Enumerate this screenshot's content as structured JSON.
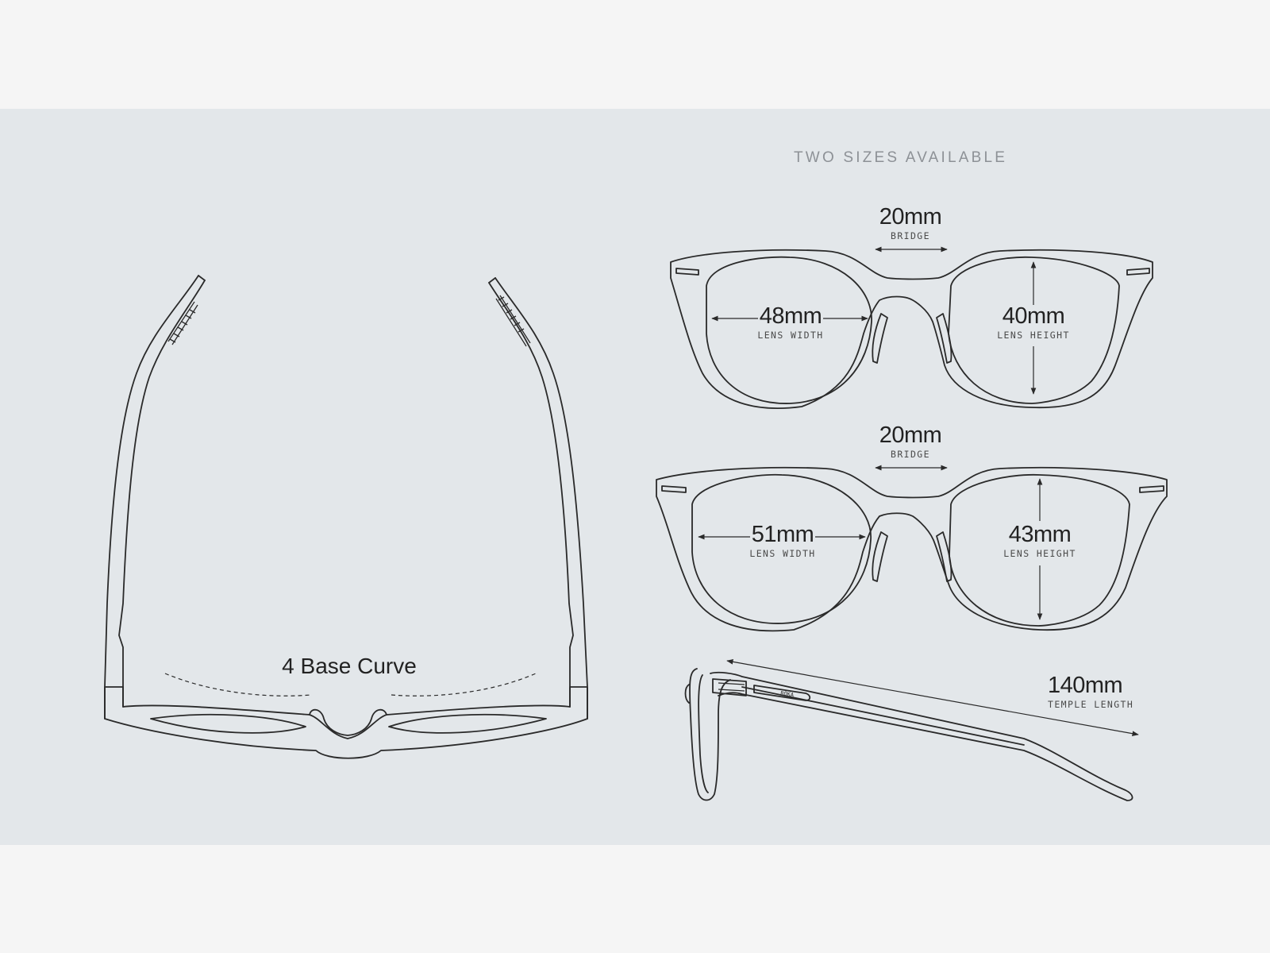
{
  "header": {
    "title": "TWO SIZES AVAILABLE"
  },
  "top_view": {
    "curve_label": "4 Base Curve"
  },
  "size_small": {
    "bridge": {
      "value": "20mm",
      "label": "BRIDGE"
    },
    "lens_width": {
      "value": "48mm",
      "label": "LENS WIDTH"
    },
    "lens_height": {
      "value": "40mm",
      "label": "LENS HEIGHT"
    }
  },
  "size_large": {
    "bridge": {
      "value": "20mm",
      "label": "BRIDGE"
    },
    "lens_width": {
      "value": "51mm",
      "label": "LENS WIDTH"
    },
    "lens_height": {
      "value": "43mm",
      "label": "LENS HEIGHT"
    }
  },
  "side_view": {
    "temple_length": {
      "value": "140mm",
      "label": "TEMPLE LENGTH"
    },
    "temple_logo": "RŌKA"
  },
  "colors": {
    "panel": "#e3e7ea",
    "page": "#f5f5f5",
    "line": "#2a2a2a",
    "title": "#8d9196"
  }
}
